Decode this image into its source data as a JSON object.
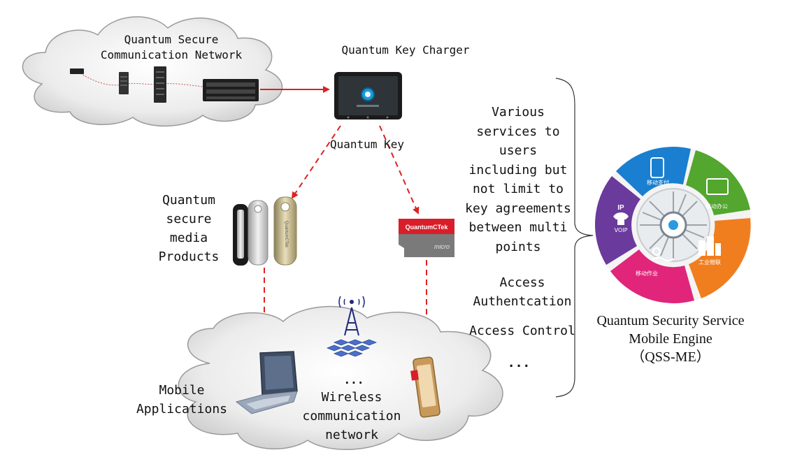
{
  "labels": {
    "qscn": [
      "Quantum Secure",
      "Communication Network"
    ],
    "charger": "Quantum Key Charger",
    "quantum_key": "Quantum Key",
    "secure_media": [
      "Quantum",
      "secure",
      "media",
      "Products"
    ],
    "services": [
      "Various",
      "services to",
      "users",
      "including but",
      "not limit to",
      "key agreements",
      "between multi",
      "points"
    ],
    "access_auth": [
      "Access",
      "Authentcation"
    ],
    "access_control": "Access Control",
    "ellipsis_right": "...",
    "ellipsis_mid": "...",
    "mobile_apps": [
      "Mobile",
      "Applications"
    ],
    "wireless": [
      "Wireless",
      "communication",
      "network"
    ],
    "engine": [
      "Quantum Security Service",
      "Mobile Engine",
      "（QSS-ME）"
    ]
  },
  "device_text": {
    "sd_card_brand": "QuantumCTek",
    "sd_card_logo": "micro",
    "usb_brand": "QuantumCTek"
  },
  "wheel": {
    "segments": [
      {
        "label": "移动支付",
        "color": "#1a7fd0"
      },
      {
        "label": "移动办公",
        "color": "#53a62e"
      },
      {
        "label": "工业物联",
        "color": "#f07e1e"
      },
      {
        "label": "移动作业",
        "color": "#e0257a"
      },
      {
        "label": "VOIP",
        "color": "#6a3a9c"
      }
    ],
    "voip_icon_text": "IP"
  },
  "colors": {
    "arrow": "#e02020",
    "cloud_fill": "#dcdcdc",
    "cloud_stroke": "#9a9a9a"
  }
}
